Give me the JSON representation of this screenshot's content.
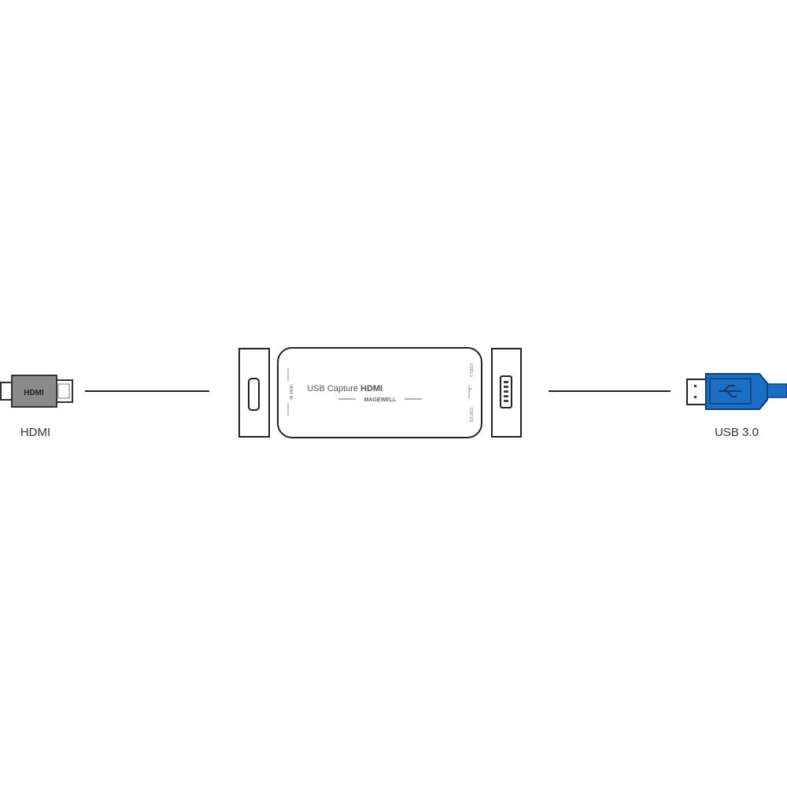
{
  "hdmi_plug": {
    "label": "HDMI",
    "logo_text": "HDMI",
    "color": "#8a8a8a"
  },
  "usb_plug": {
    "label": "USB 3.0",
    "color": "#1a6fc4"
  },
  "device": {
    "title_regular": "USB Capture",
    "title_bold": "HDMI",
    "brand": "MAGEWELL",
    "left_side_text": "HDMI IN",
    "right_side_texts": [
      "USB3.0",
      "STATUS"
    ]
  }
}
